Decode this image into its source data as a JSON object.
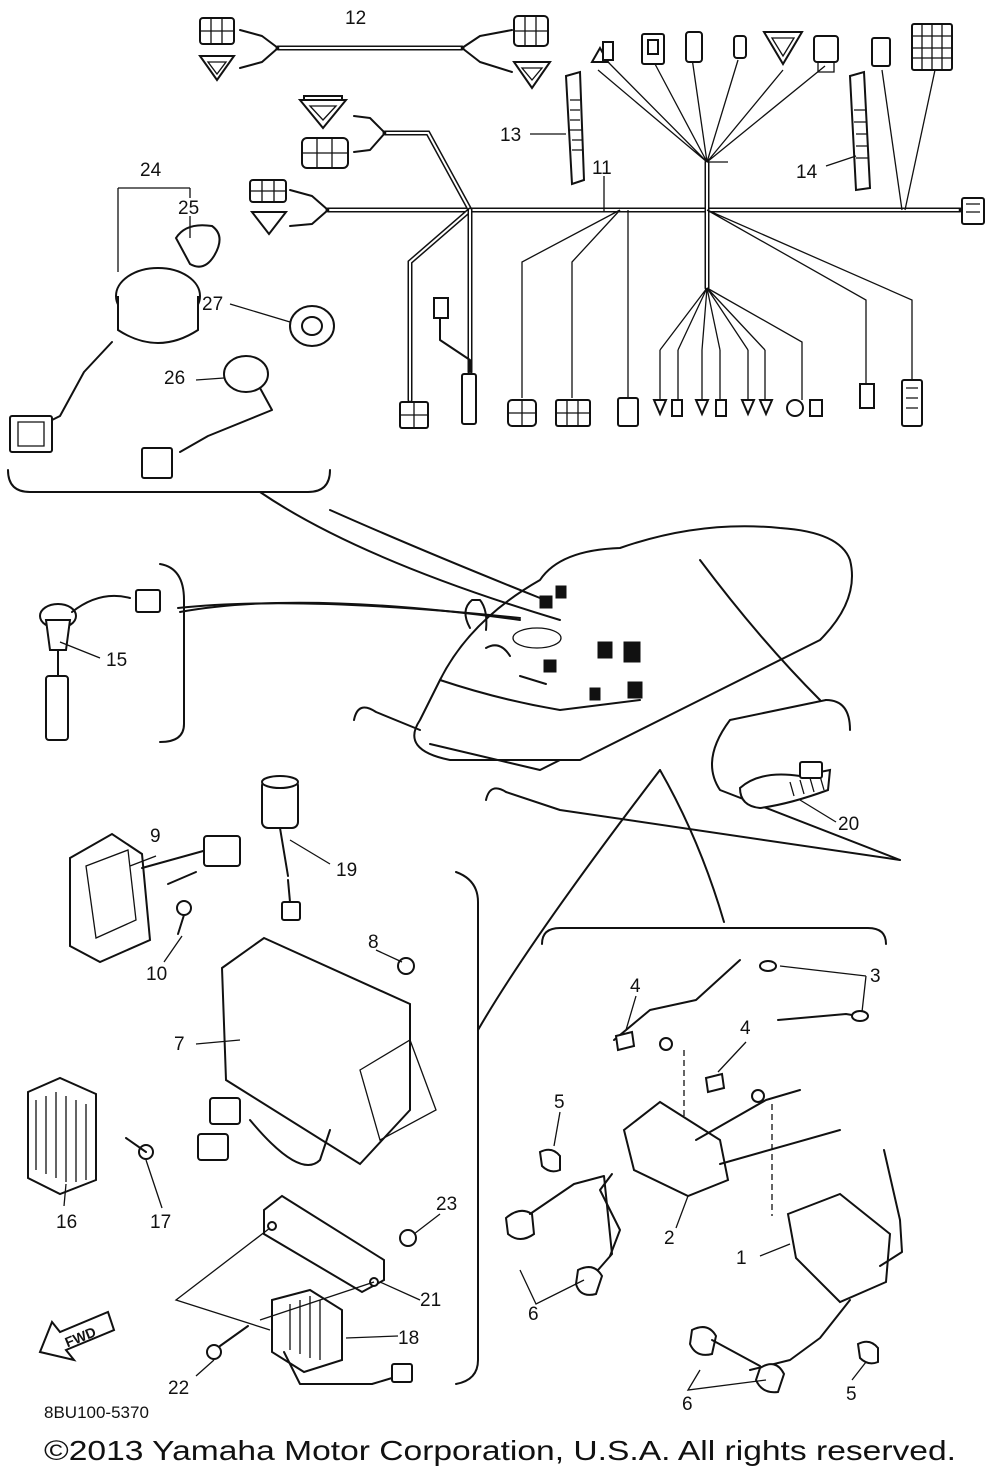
{
  "diagram": {
    "part_code": "8BU100-5370",
    "copyright": "©2013 Yamaha Motor Corporation, U.S.A. All rights reserved.",
    "fwd_label": "FWD",
    "callouts": {
      "c1": "1",
      "c2": "2",
      "c3": "3",
      "c4a": "4",
      "c4b": "4",
      "c5a": "5",
      "c5b": "5",
      "c6a": "6",
      "c6b": "6",
      "c7": "7",
      "c8": "8",
      "c9": "9",
      "c10": "10",
      "c11": "11",
      "c12": "12",
      "c13": "13",
      "c14": "14",
      "c15": "15",
      "c16": "16",
      "c17": "17",
      "c18": "18",
      "c19": "19",
      "c20": "20",
      "c21": "21",
      "c22": "22",
      "c23": "23",
      "c24": "24",
      "c25": "25",
      "c26": "26",
      "c27": "27"
    }
  }
}
